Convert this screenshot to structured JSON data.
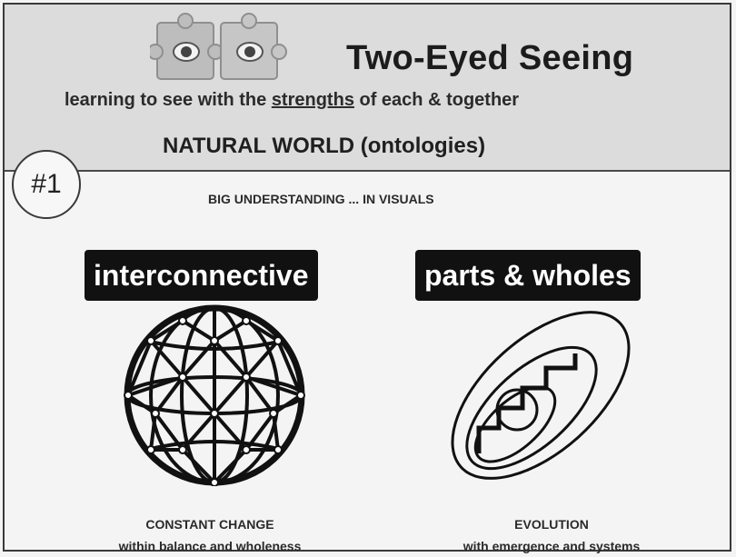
{
  "header": {
    "title": "Two-Eyed Seeing",
    "subtitle_before": "learning to see with the ",
    "subtitle_underlined": "strengths",
    "subtitle_after": " of each & together",
    "section_title": "NATURAL WORLD (ontologies)"
  },
  "badge": {
    "text": "#1"
  },
  "intro": {
    "text": "BIG UNDERSTANDING ... IN VISUALS"
  },
  "concepts": [
    {
      "label": "interconnective",
      "icon": "geodesic-sphere-icon",
      "caption_line1": "CONSTANT CHANGE",
      "caption_line2": "within balance and wholeness"
    },
    {
      "label": "parts & wholes",
      "icon": "nested-ellipses-staircase-icon",
      "caption_line1": "EVOLUTION",
      "caption_line2": "with emergence and systems"
    }
  ],
  "logo": {
    "icon": "puzzle-pieces-eyes-icon"
  }
}
